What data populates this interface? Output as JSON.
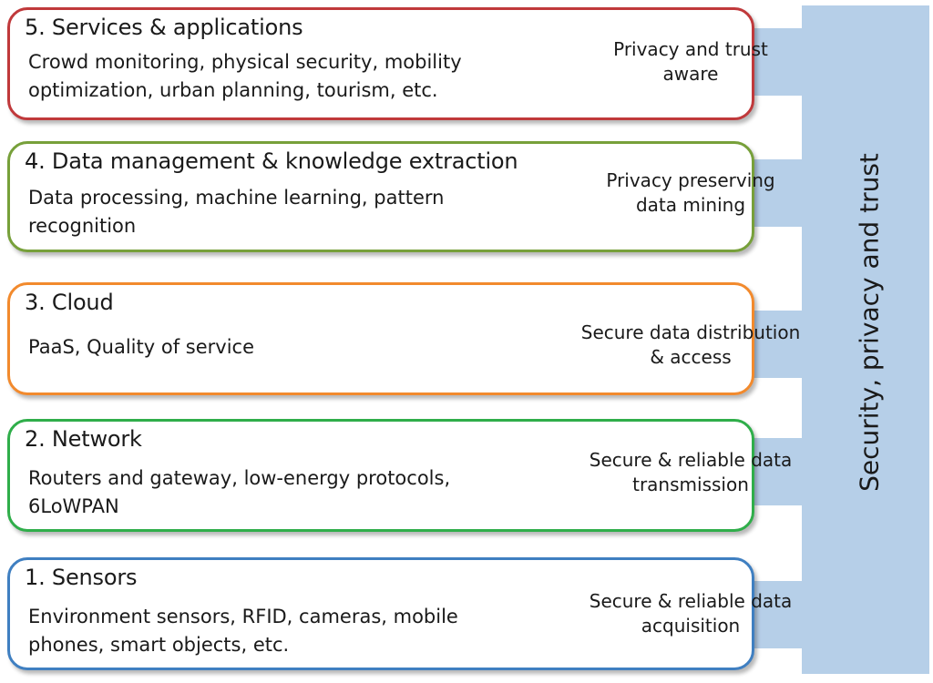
{
  "layers": [
    {
      "title": "5. Services & applications",
      "description": "Crowd monitoring, physical security, mobility\noptimization, urban planning, tourism, etc.",
      "color": "#c0393b",
      "arrow_label": "Privacy and trust\naware"
    },
    {
      "title": "4. Data management & knowledge extraction",
      "description": "Data processing, machine learning, pattern\nrecognition",
      "color": "#77a03a",
      "arrow_label": "Privacy preserving\ndata mining"
    },
    {
      "title": "3. Cloud",
      "description": "PaaS, Quality of service",
      "color": "#f28a2d",
      "arrow_label": "Secure data distribution\n& access"
    },
    {
      "title": "2. Network",
      "description": "Routers and gateway, low-energy protocols,\n6LoWPAN",
      "color": "#2fae4a",
      "arrow_label": "Secure & reliable data\ntransmission"
    },
    {
      "title": "1. Sensors",
      "description": "Environment sensors, RFID, cameras, mobile\nphones, smart objects, etc.",
      "color": "#3f7fc1",
      "arrow_label": "Secure & reliable data\nacquisition"
    }
  ],
  "vertical_bar": {
    "label": "Security, privacy and trust",
    "fill_color": "#b6cfe8"
  }
}
